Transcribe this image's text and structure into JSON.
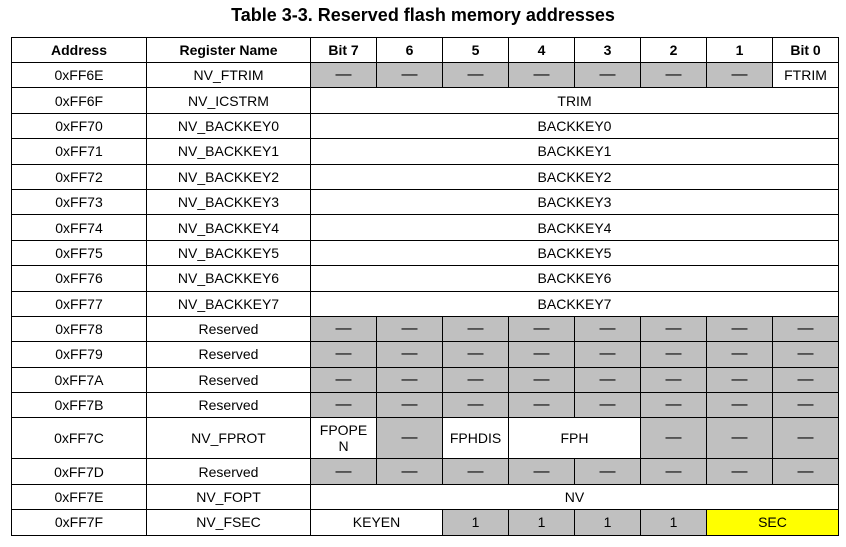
{
  "title": "Table 3-3.   Reserved flash memory addresses",
  "colors": {
    "reserved_fill": "#c0c0c0",
    "highlight": "#ffff00",
    "border": "#000000"
  },
  "headers": [
    "Address",
    "Register Name",
    "Bit 7",
    "6",
    "5",
    "4",
    "3",
    "2",
    "1",
    "Bit 0"
  ],
  "dash": "—",
  "rows": [
    {
      "addr": "0xFF6E",
      "name": "NV_FTRIM",
      "bit0": "FTRIM"
    },
    {
      "addr": "0xFF6F",
      "name": "NV_ICSTRM",
      "field": "TRIM"
    },
    {
      "addr": "0xFF70",
      "name": "NV_BACKKEY0",
      "field": "BACKKEY0"
    },
    {
      "addr": "0xFF71",
      "name": "NV_BACKKEY1",
      "field": "BACKKEY1"
    },
    {
      "addr": "0xFF72",
      "name": "NV_BACKKEY2",
      "field": "BACKKEY2"
    },
    {
      "addr": "0xFF73",
      "name": "NV_BACKKEY3",
      "field": "BACKKEY3"
    },
    {
      "addr": "0xFF74",
      "name": "NV_BACKKEY4",
      "field": "BACKKEY4"
    },
    {
      "addr": "0xFF75",
      "name": "NV_BACKKEY5",
      "field": "BACKKEY5"
    },
    {
      "addr": "0xFF76",
      "name": "NV_BACKKEY6",
      "field": "BACKKEY6"
    },
    {
      "addr": "0xFF77",
      "name": "NV_BACKKEY7",
      "field": "BACKKEY7"
    },
    {
      "addr": "0xFF78",
      "name": "Reserved"
    },
    {
      "addr": "0xFF79",
      "name": "Reserved"
    },
    {
      "addr": "0xFF7A",
      "name": "Reserved"
    },
    {
      "addr": "0xFF7B",
      "name": "Reserved"
    },
    {
      "addr": "0xFF7C",
      "name": "NV_FPROT",
      "fpope": "FPOPE N",
      "fphdis": "FPHDIS",
      "fph": "FPH"
    },
    {
      "addr": "0xFF7D",
      "name": "Reserved"
    },
    {
      "addr": "0xFF7E",
      "name": "NV_FOPT",
      "field": "NV"
    },
    {
      "addr": "0xFF7F",
      "name": "NV_FSEC",
      "keyen": "KEYEN",
      "ones": [
        "1",
        "1",
        "1",
        "1"
      ],
      "sec": "SEC"
    }
  ]
}
